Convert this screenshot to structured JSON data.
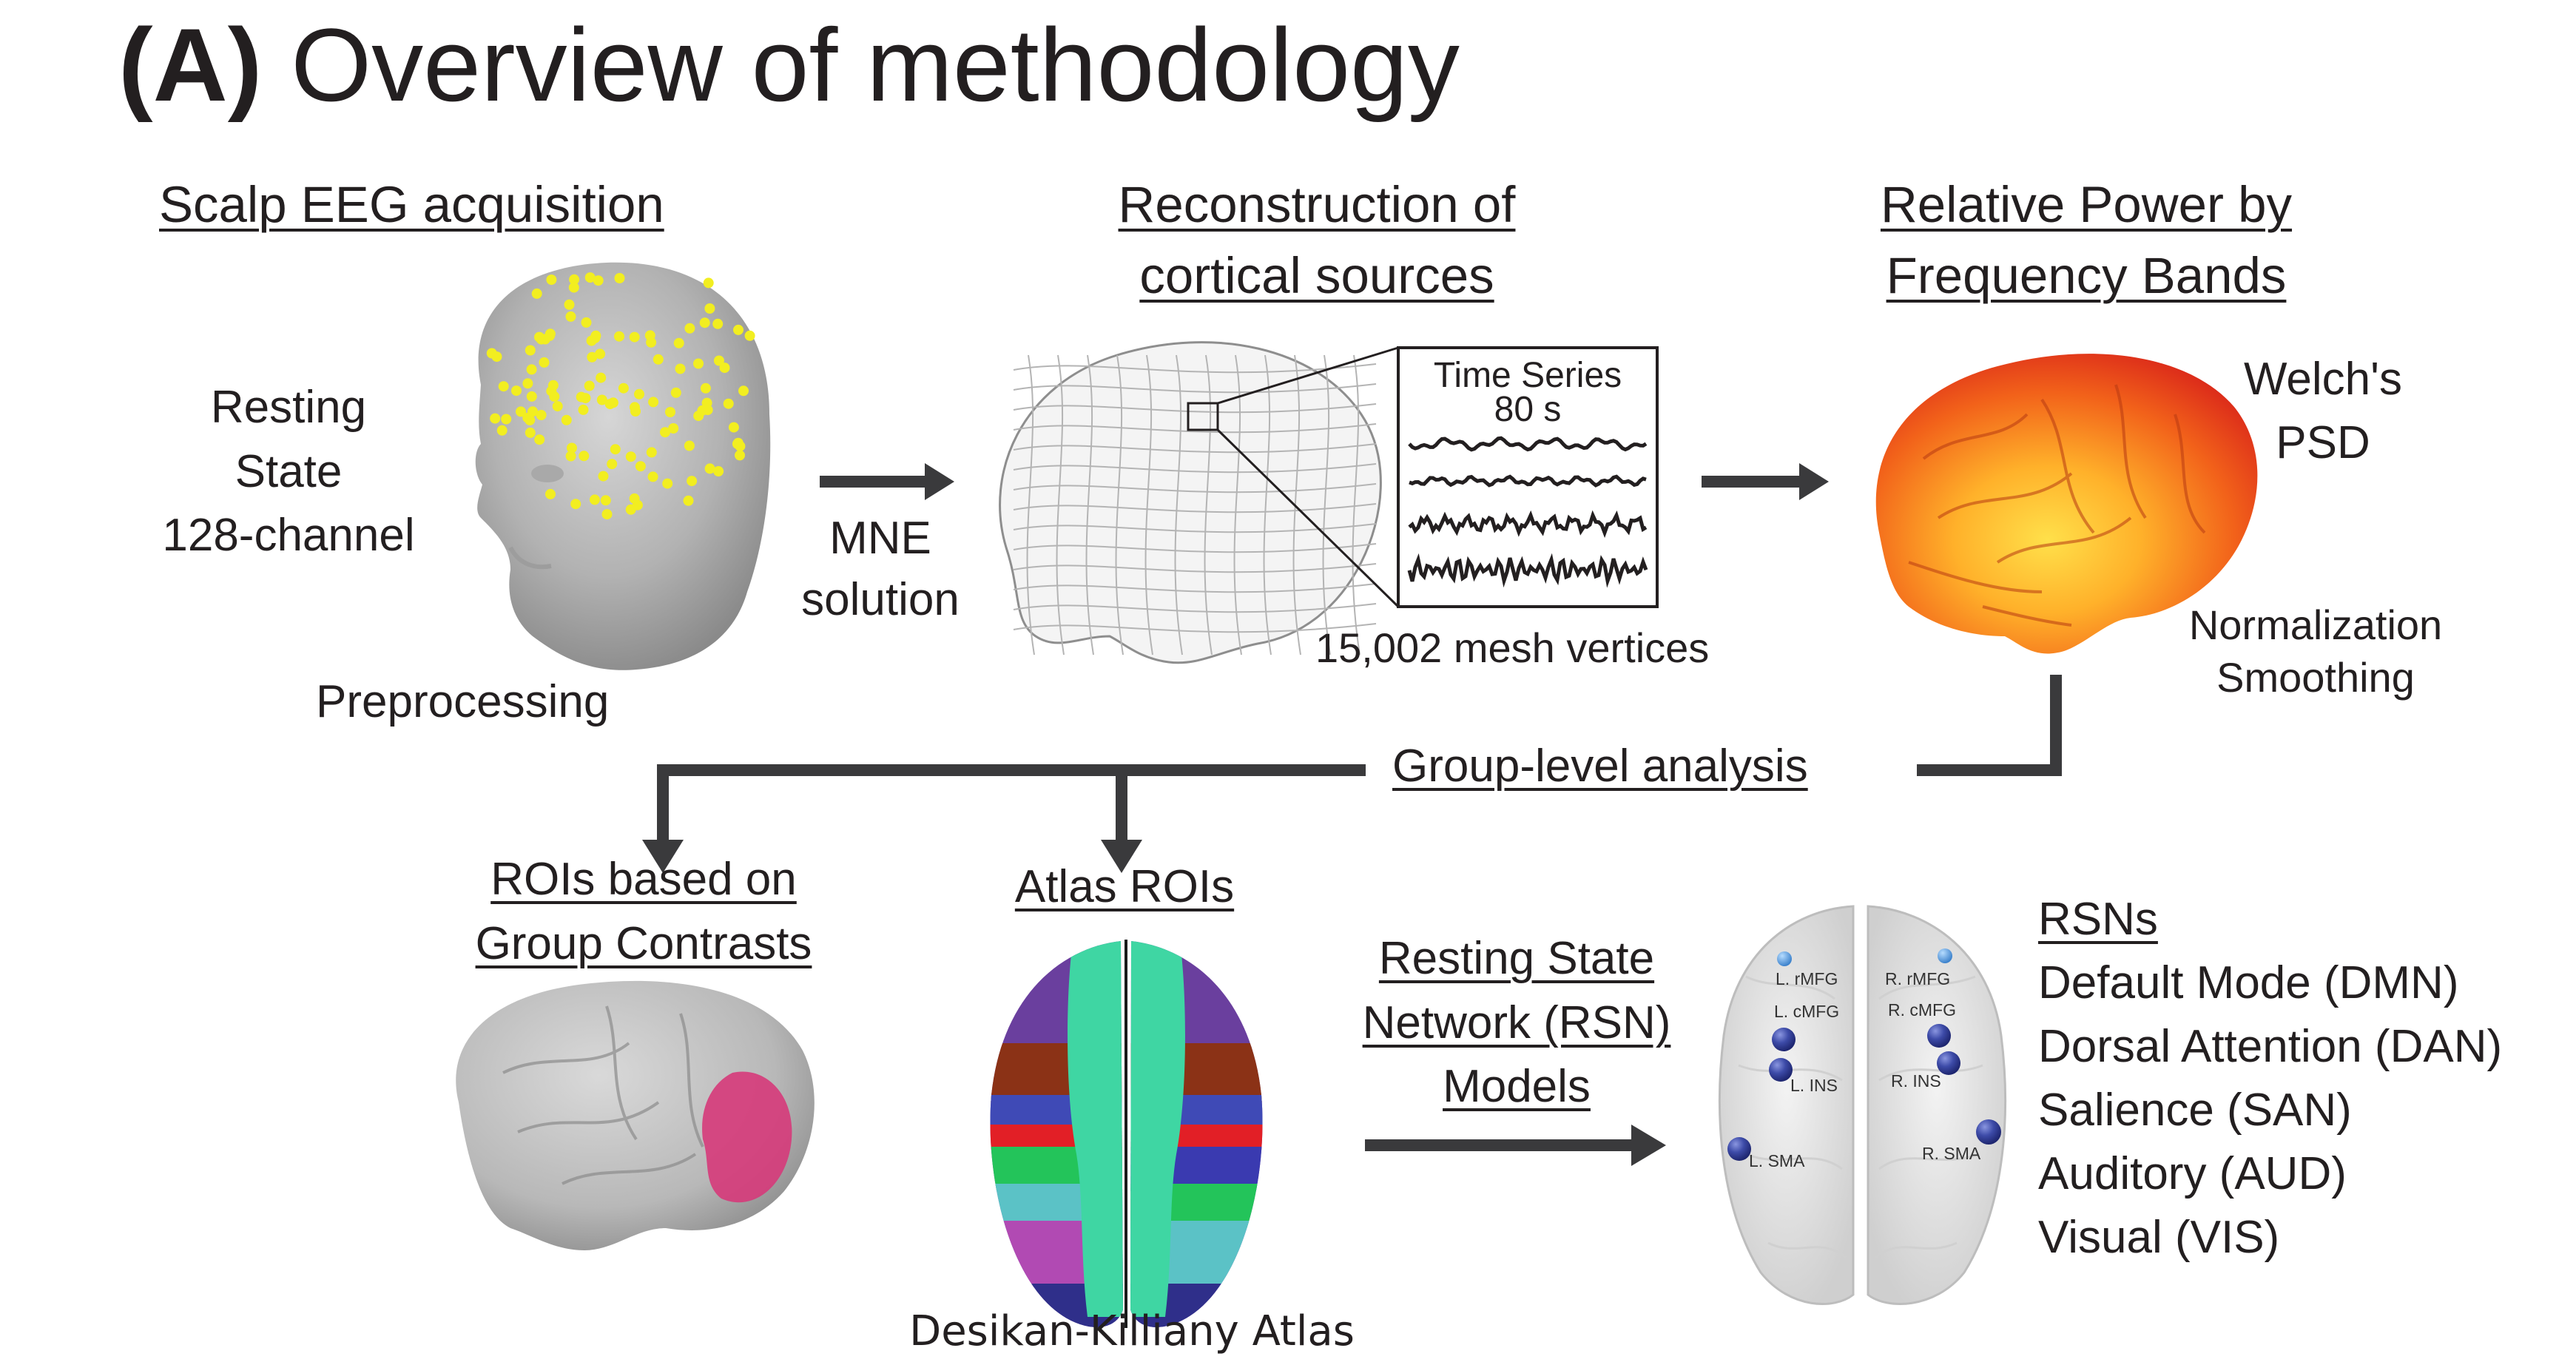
{
  "title": {
    "prefix": "(A)",
    "text": "Overview of methodology"
  },
  "sections": {
    "scalp_eeg": {
      "heading": "Scalp EEG acquisition",
      "label_lines": [
        "Resting",
        "State",
        "128-channel"
      ],
      "footer": "Preprocessing"
    },
    "mne": {
      "lines": [
        "MNE",
        "solution"
      ]
    },
    "reconstruction": {
      "heading_lines": [
        "Reconstruction of",
        "cortical sources"
      ],
      "inset_lines": [
        "Time Series",
        "80 s"
      ],
      "caption": "15,002 mesh vertices"
    },
    "relative_power": {
      "heading_lines": [
        "Relative Power by",
        "Frequency Bands"
      ],
      "psd_lines": [
        "Welch's",
        "PSD"
      ],
      "post_lines": [
        "Normalization",
        "Smoothing"
      ]
    },
    "group_level": {
      "label": "Group-level analysis"
    },
    "rois_group": {
      "heading_lines": [
        "ROIs based on",
        "Group Contrasts"
      ]
    },
    "atlas_rois": {
      "heading": "Atlas ROIs",
      "caption": "Desikan-Killiany Atlas"
    },
    "rsn_models": {
      "heading_lines": [
        "Resting State",
        "Network (RSN)",
        "Models"
      ]
    },
    "rsn_brain": {
      "nodes": [
        "L. rMFG",
        "R. rMFG",
        "L. cMFG",
        "R. cMFG",
        "L. INS",
        "R. INS",
        "L. SMA",
        "R. SMA"
      ]
    },
    "rsns": {
      "heading": "RSNs",
      "items": [
        "Default Mode (DMN)",
        "Dorsal Attention (DAN)",
        "Salience (SAN)",
        "Auditory (AUD)",
        "Visual (VIS)"
      ]
    }
  },
  "colors": {
    "text": "#231f20",
    "arrow": "#3a3a3c",
    "electrode": "#f2ee20",
    "roi_highlight": "#d63a7a",
    "rsn_node": "#3d4ba8",
    "rsn_node_light": "#4a8fd8"
  },
  "icons": {
    "head": "head-with-electrodes-icon",
    "mesh_brain": "wireframe-brain-icon",
    "heat_brain": "power-heatmap-brain-icon",
    "roi_brain": "roi-brain-icon",
    "atlas_brain": "atlas-parcellation-brain-icon",
    "rsn_brain": "glass-brain-top-view-icon"
  }
}
